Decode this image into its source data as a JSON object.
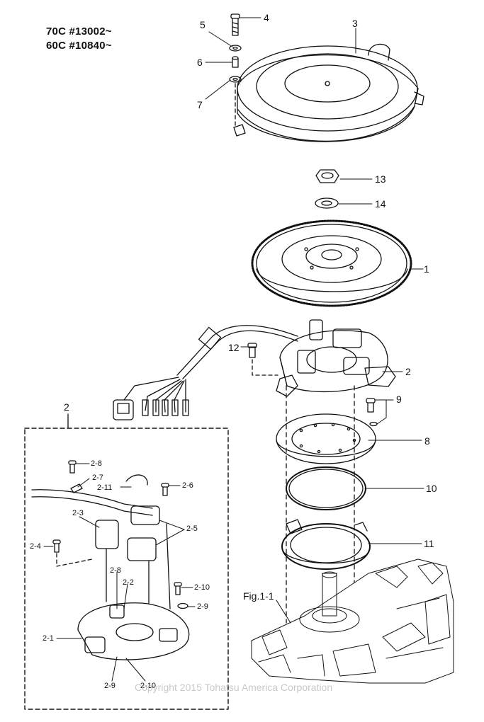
{
  "models": [
    "70C #13002~",
    "60C #10840~"
  ],
  "figure_label": "Fig.1-1",
  "copyright": "Copyright 2015 Tohatsu America Corporation",
  "callouts_main": [
    "1",
    "2",
    "3",
    "4",
    "5",
    "6",
    "7",
    "8",
    "9",
    "10",
    "11",
    "12",
    "13",
    "14"
  ],
  "inset_label": "2",
  "callouts_inset": [
    "2-1",
    "2-2",
    "2-3",
    "2-4",
    "2-5",
    "2-6",
    "2-7",
    "2-8",
    "2-8",
    "2-9",
    "2-9",
    "2-10",
    "2-10",
    "2-11"
  ]
}
